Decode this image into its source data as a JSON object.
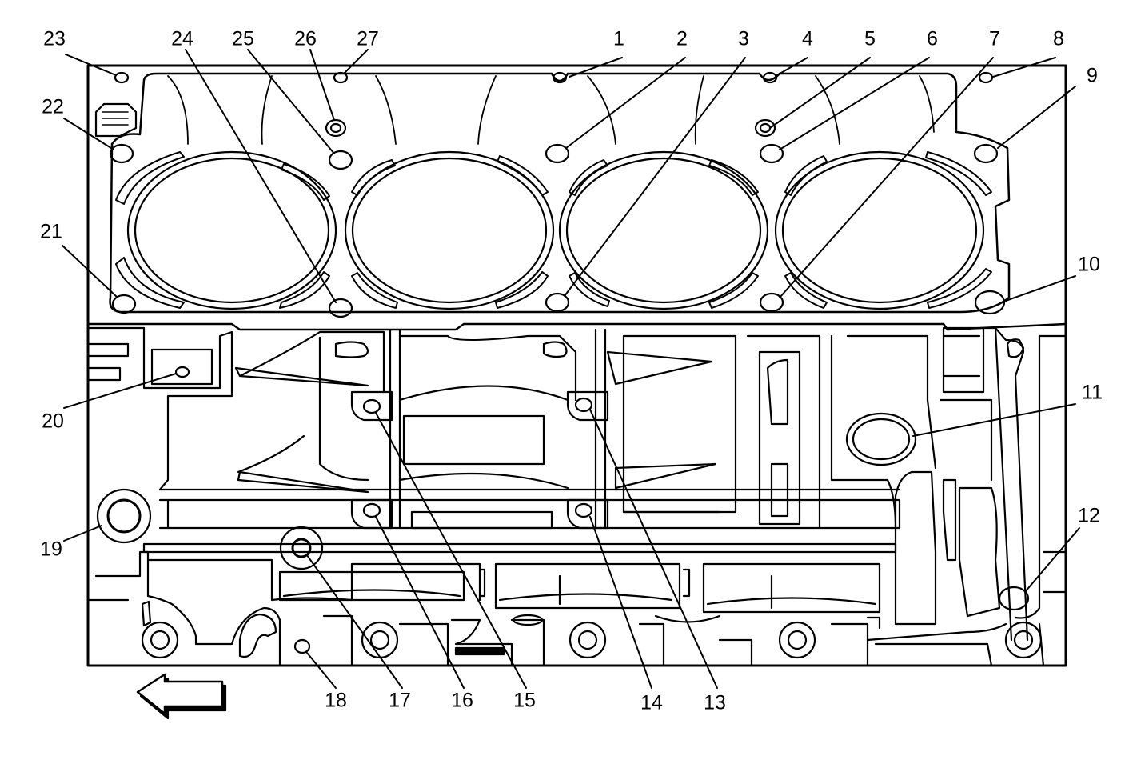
{
  "diagram": {
    "colors": {
      "ink": "#000000",
      "paper": "#ffffff"
    },
    "direction_icon": "arrow-left-icon",
    "callouts": [
      {
        "label": "1"
      },
      {
        "label": "2"
      },
      {
        "label": "3"
      },
      {
        "label": "4"
      },
      {
        "label": "5"
      },
      {
        "label": "6"
      },
      {
        "label": "7"
      },
      {
        "label": "8"
      },
      {
        "label": "9"
      },
      {
        "label": "10"
      },
      {
        "label": "11"
      },
      {
        "label": "12"
      },
      {
        "label": "13"
      },
      {
        "label": "14"
      },
      {
        "label": "15"
      },
      {
        "label": "16"
      },
      {
        "label": "17"
      },
      {
        "label": "18"
      },
      {
        "label": "19"
      },
      {
        "label": "20"
      },
      {
        "label": "21"
      },
      {
        "label": "22"
      },
      {
        "label": "23"
      },
      {
        "label": "24"
      },
      {
        "label": "25"
      },
      {
        "label": "26"
      },
      {
        "label": "27"
      }
    ]
  }
}
